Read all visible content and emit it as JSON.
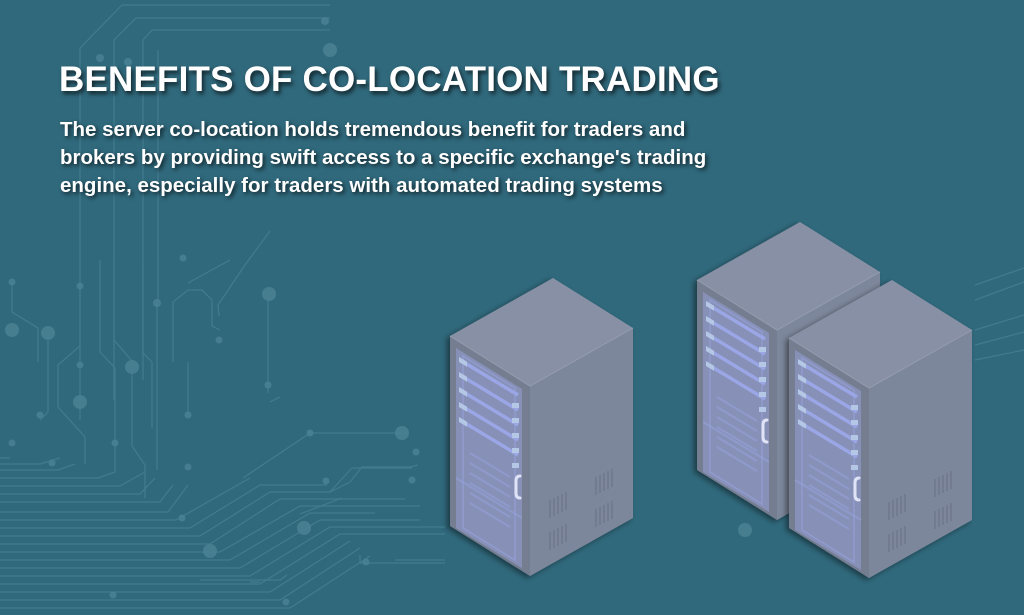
{
  "heading": {
    "title": "BENEFITS OF CO-LOCATION TRADING"
  },
  "description": {
    "lines": [
      "The server co-location holds tremendous benefit for traders and",
      "brokers by providing swift access to a specific exchange's trading",
      "engine, especially for traders with automated trading systems"
    ]
  },
  "illustration": {
    "subject": "server-racks",
    "rack_count": 3,
    "icons": [
      "server-rack-icon",
      "server-rack-icon",
      "server-rack-icon",
      "circuit-board-pattern"
    ]
  },
  "colors": {
    "background": "#30697c",
    "circuit_lines": "#4a8294",
    "text": "#ffffff",
    "rack_top": "#8790a4",
    "rack_side": "#7d879b",
    "rack_front_frame": "#747d90",
    "rack_glass": "#8d98c6",
    "rack_shelf": "#9aa6e6",
    "rack_indicator": "#b4c8e6"
  }
}
